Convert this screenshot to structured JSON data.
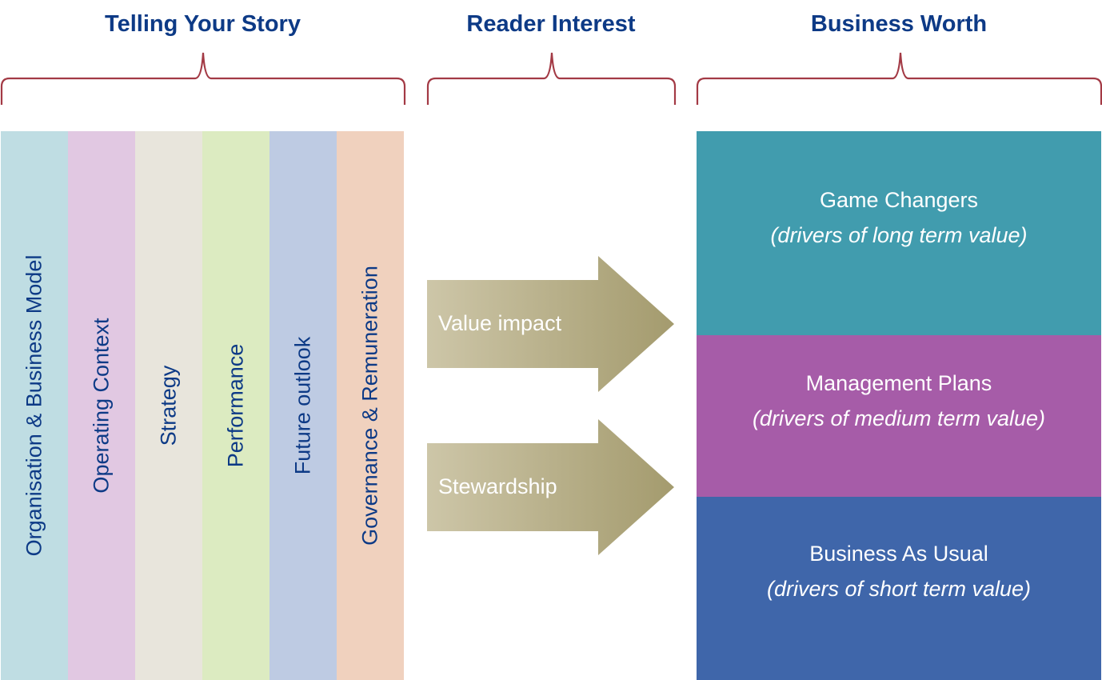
{
  "headings": {
    "telling_your_story": "Telling Your Story",
    "reader_interest": "Reader Interest",
    "business_worth": "Business Worth"
  },
  "colors": {
    "heading_text": "#0d3a86",
    "bracket": "#a33a45",
    "arrow_light": "#cdc6a8",
    "arrow_dark": "#a49b6e"
  },
  "story_columns": [
    {
      "label": "Organisation & Business Model",
      "color": "#bfdde3"
    },
    {
      "label": "Operating Context",
      "color": "#e1c8e2"
    },
    {
      "label": "Strategy",
      "color": "#e8e5dc"
    },
    {
      "label": "Performance",
      "color": "#dcebc1"
    },
    {
      "label": "Future outlook",
      "color": "#becbe3"
    },
    {
      "label": "Governance & Remuneration",
      "color": "#f0d1be"
    }
  ],
  "arrows": [
    {
      "label": "Value impact"
    },
    {
      "label": "Stewardship"
    }
  ],
  "worth_boxes": [
    {
      "title": "Game Changers",
      "subtitle": "(drivers of long term value)",
      "color": "#419cae"
    },
    {
      "title": "Management Plans",
      "subtitle": "(drivers of medium term value)",
      "color": "#a65ca8"
    },
    {
      "title": "Business As Usual",
      "subtitle": "(drivers of short term value)",
      "color": "#3f66aa"
    }
  ]
}
